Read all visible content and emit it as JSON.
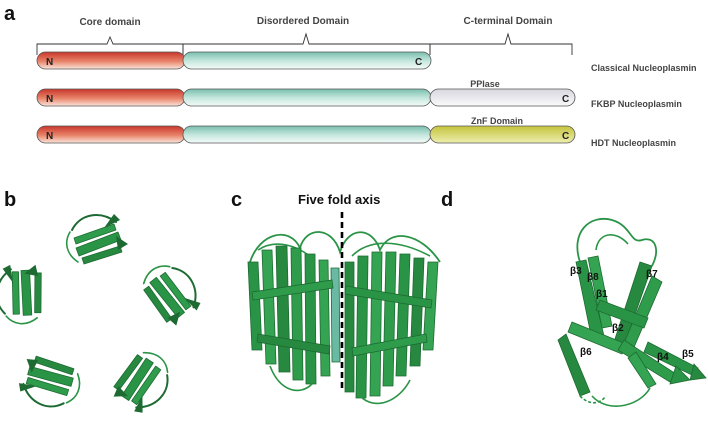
{
  "panels": {
    "a": "a",
    "b": "b",
    "c": "c",
    "d": "d"
  },
  "domain_headers": {
    "core": "Core domain",
    "disordered": "Disordered Domain",
    "cterminal": "C-terminal Domain"
  },
  "constructs": [
    {
      "name": "Classical Nucleoplasmin",
      "n_label": "N",
      "c_label": "C",
      "extra_label": "",
      "extra_color": ""
    },
    {
      "name": "FKBP Nucleoplasmin",
      "n_label": "N",
      "c_label": "C",
      "extra_label": "PPIase",
      "extra_color": "#f0f0f3"
    },
    {
      "name": "HDT Nucleoplasmin",
      "n_label": "N",
      "c_label": "C",
      "extra_label": "ZnF Domain",
      "extra_color": "#d2d46a"
    }
  ],
  "structure_c": {
    "title": "Five fold axis"
  },
  "structure_d": {
    "strands": [
      "β3",
      "β8",
      "β7",
      "β1",
      "β2",
      "β6",
      "β4",
      "β5"
    ]
  },
  "colors": {
    "core": "#e0553c",
    "disordered": "#c4e6df",
    "protein": "#2a9446",
    "protein_dark": "#1d6b32"
  }
}
